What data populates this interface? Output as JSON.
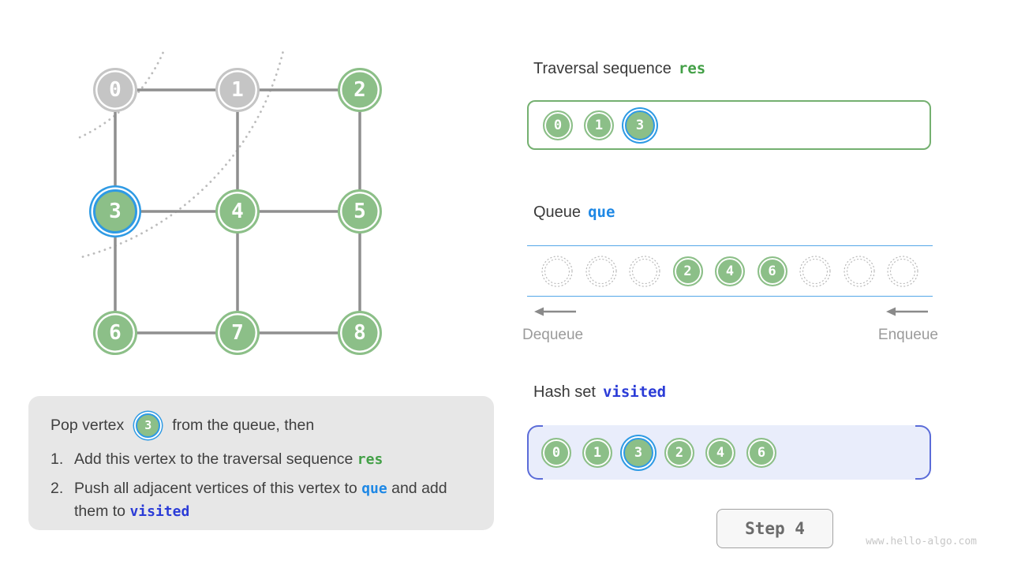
{
  "colors": {
    "node_green": "#8cbf88",
    "node_gray": "#c5c5c5",
    "highlight_blue": "#2e9ae4",
    "res_green": "#43a047",
    "que_blue": "#1e88e5",
    "visited_indigo": "#2b3cd7"
  },
  "graph": {
    "vertices": [
      {
        "label": "0",
        "state": "gray"
      },
      {
        "label": "1",
        "state": "gray"
      },
      {
        "label": "2",
        "state": "green"
      },
      {
        "label": "3",
        "state": "current"
      },
      {
        "label": "4",
        "state": "green"
      },
      {
        "label": "5",
        "state": "green"
      },
      {
        "label": "6",
        "state": "green"
      },
      {
        "label": "7",
        "state": "green"
      },
      {
        "label": "8",
        "state": "green"
      }
    ]
  },
  "explanation": {
    "pre": "Pop vertex",
    "badge": "3",
    "post": "from the queue, then",
    "items": [
      {
        "num": "1.",
        "segments": [
          {
            "text": "Add this vertex to the traversal sequence "
          },
          {
            "text": "res",
            "style": "res"
          }
        ]
      },
      {
        "num": "2.",
        "segments": [
          {
            "text": "Push all adjacent vertices of this vertex to "
          },
          {
            "text": "que",
            "style": "que"
          },
          {
            "text": " and add them to "
          },
          {
            "text": "visited",
            "style": "visited"
          }
        ]
      }
    ]
  },
  "traversal": {
    "title": "Traversal sequence",
    "code": "res",
    "items": [
      {
        "label": "0",
        "state": "green"
      },
      {
        "label": "1",
        "state": "green"
      },
      {
        "label": "3",
        "state": "current"
      }
    ]
  },
  "queue": {
    "title": "Queue",
    "code": "que",
    "dequeue": "Dequeue",
    "enqueue": "Enqueue",
    "slots": [
      {
        "state": "empty"
      },
      {
        "state": "empty"
      },
      {
        "state": "empty"
      },
      {
        "label": "2",
        "state": "green"
      },
      {
        "label": "4",
        "state": "green"
      },
      {
        "label": "6",
        "state": "green"
      },
      {
        "state": "empty"
      },
      {
        "state": "empty"
      },
      {
        "state": "empty"
      }
    ]
  },
  "visited": {
    "title": "Hash set",
    "code": "visited",
    "items": [
      {
        "label": "0",
        "state": "green"
      },
      {
        "label": "1",
        "state": "green"
      },
      {
        "label": "3",
        "state": "current"
      },
      {
        "label": "2",
        "state": "green"
      },
      {
        "label": "4",
        "state": "green"
      },
      {
        "label": "6",
        "state": "green"
      }
    ]
  },
  "footer": {
    "step": "Step 4",
    "watermark": "www.hello-algo.com"
  }
}
